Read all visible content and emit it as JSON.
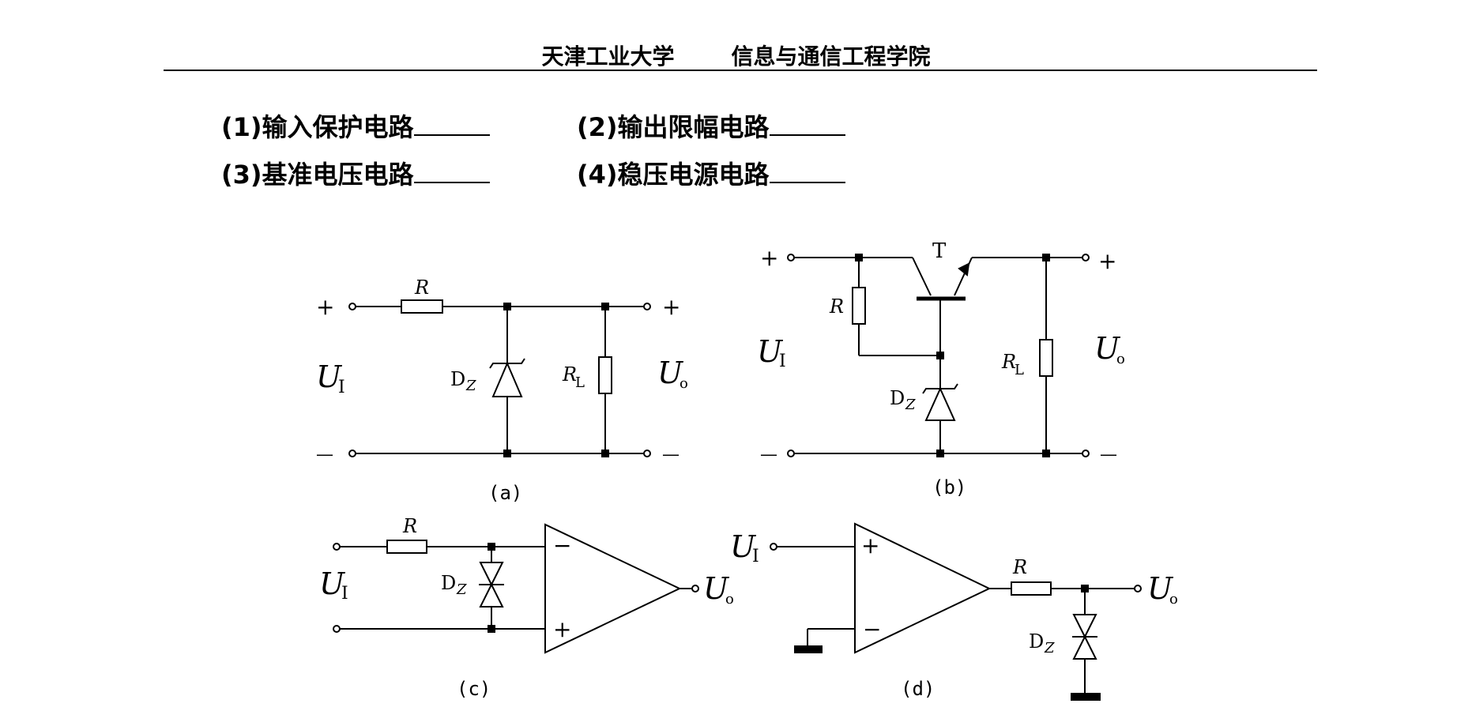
{
  "header": {
    "university": "天津工业大学",
    "school": "信息与通信工程学院"
  },
  "questions": [
    {
      "label": "(1)输入保护电路"
    },
    {
      "label": "(2)输出限幅电路"
    },
    {
      "label": "(3)基准电压电路"
    },
    {
      "label": "(4)稳压电源电路"
    }
  ],
  "circuits": {
    "a": {
      "caption": "(a)",
      "plus": "+",
      "minus": "—",
      "R": "R",
      "input": "U",
      "input_sub": "I",
      "output": "U",
      "output_sub": "o",
      "diode": "D",
      "diode_sub": "Z",
      "load": "R",
      "load_sub": "L"
    },
    "b": {
      "caption": "(b)",
      "plus": "+",
      "minus": "—",
      "transistor": "T",
      "R": "R",
      "input": "U",
      "input_sub": "I",
      "output": "U",
      "output_sub": "o",
      "diode": "D",
      "diode_sub": "Z",
      "load": "R",
      "load_sub": "L"
    },
    "c": {
      "caption": "(c)",
      "R": "R",
      "input": "U",
      "input_sub": "I",
      "output": "U",
      "output_sub": "o",
      "diode": "D",
      "diode_sub": "Z",
      "op_minus": "−",
      "op_plus": "+"
    },
    "d": {
      "caption": "(d)",
      "R": "R",
      "input": "U",
      "input_sub": "I",
      "output": "U",
      "output_sub": "o",
      "diode": "D",
      "diode_sub": "Z",
      "op_minus": "−",
      "op_plus": "+"
    }
  }
}
